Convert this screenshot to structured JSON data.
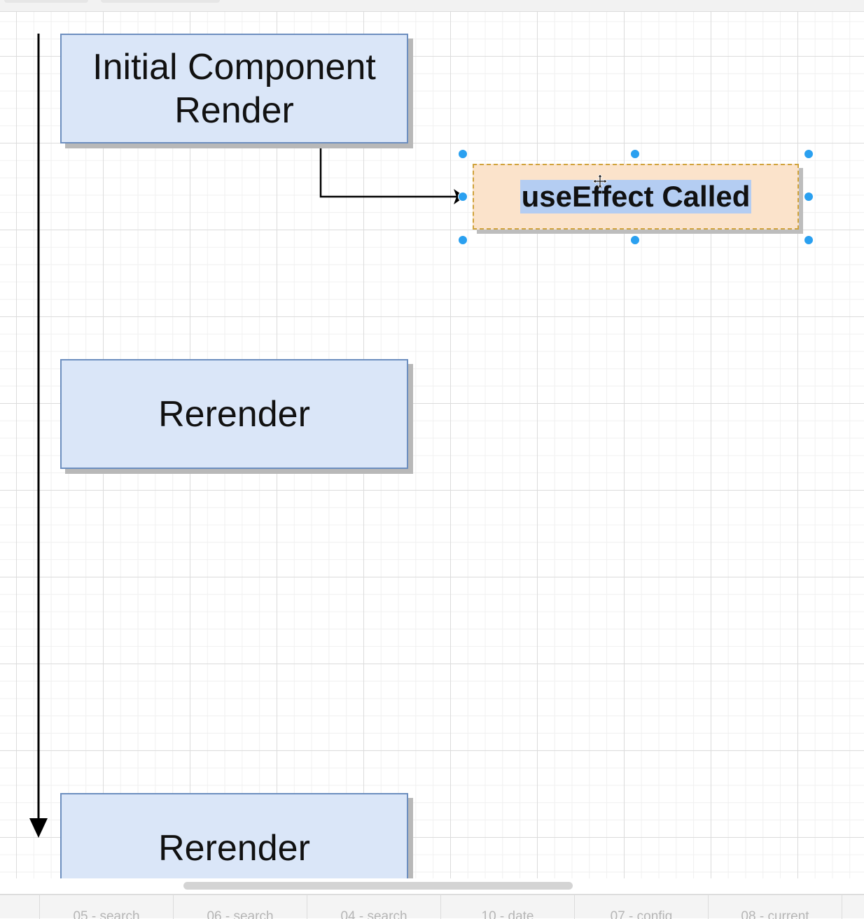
{
  "diagram": {
    "boxes": [
      {
        "id": "initial-render",
        "label": "Initial Component\nRender"
      },
      {
        "id": "rerender-1",
        "label": "Rerender"
      },
      {
        "id": "rerender-2",
        "label": "Rerender"
      }
    ],
    "selected_box": {
      "label": "useEffect Called"
    }
  },
  "page_tabs": [
    "05 - search",
    "06 - search",
    "04 - search",
    "10 - date",
    "07 - config",
    "08 - current"
  ],
  "colors": {
    "box_fill": "#dae6f8",
    "box_border": "#6c8ebf",
    "effect_fill": "#fbe3cb",
    "effect_border": "#d0a33c",
    "selection_handle": "#2aa0f0",
    "text_highlight": "#b4cdf2"
  },
  "icons": {
    "move_cursor": "move-cursor-icon"
  }
}
